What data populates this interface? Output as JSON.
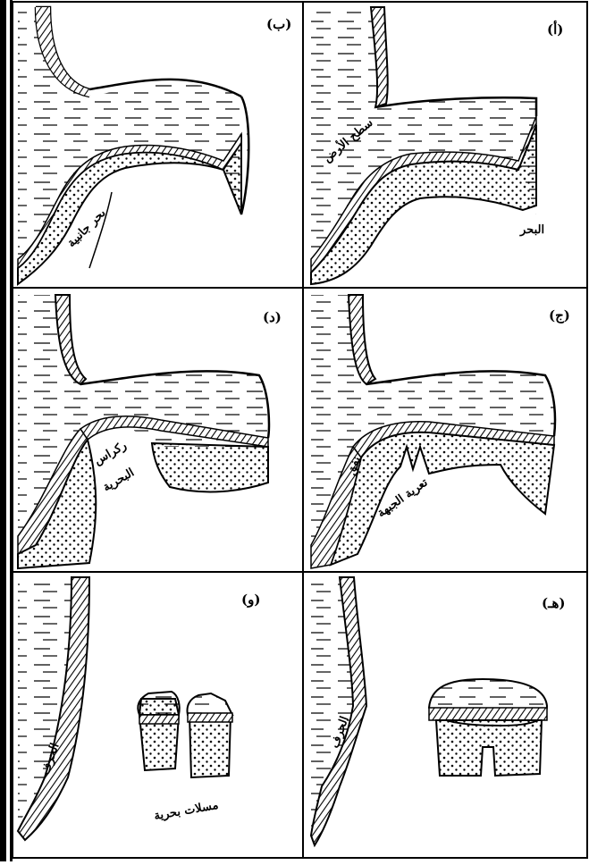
{
  "panels": [
    {
      "id": "p1",
      "label": "(ب)",
      "notes": [
        "بحر جانبية"
      ]
    },
    {
      "id": "p2",
      "label": "(أ)",
      "notes": [
        "سطح الأرض",
        "البحر"
      ]
    },
    {
      "id": "p3",
      "label": "(د)",
      "notes": [
        "ركراس",
        "البحرية"
      ]
    },
    {
      "id": "p4",
      "label": "(ج)",
      "notes": [
        "نفق",
        "تعرية الجبهة"
      ]
    },
    {
      "id": "p5",
      "label": "(و)",
      "notes": [
        "مسلات بحرية",
        "الحرف"
      ]
    },
    {
      "id": "p6",
      "label": "(هـ)",
      "notes": [
        "الحرف"
      ]
    }
  ]
}
